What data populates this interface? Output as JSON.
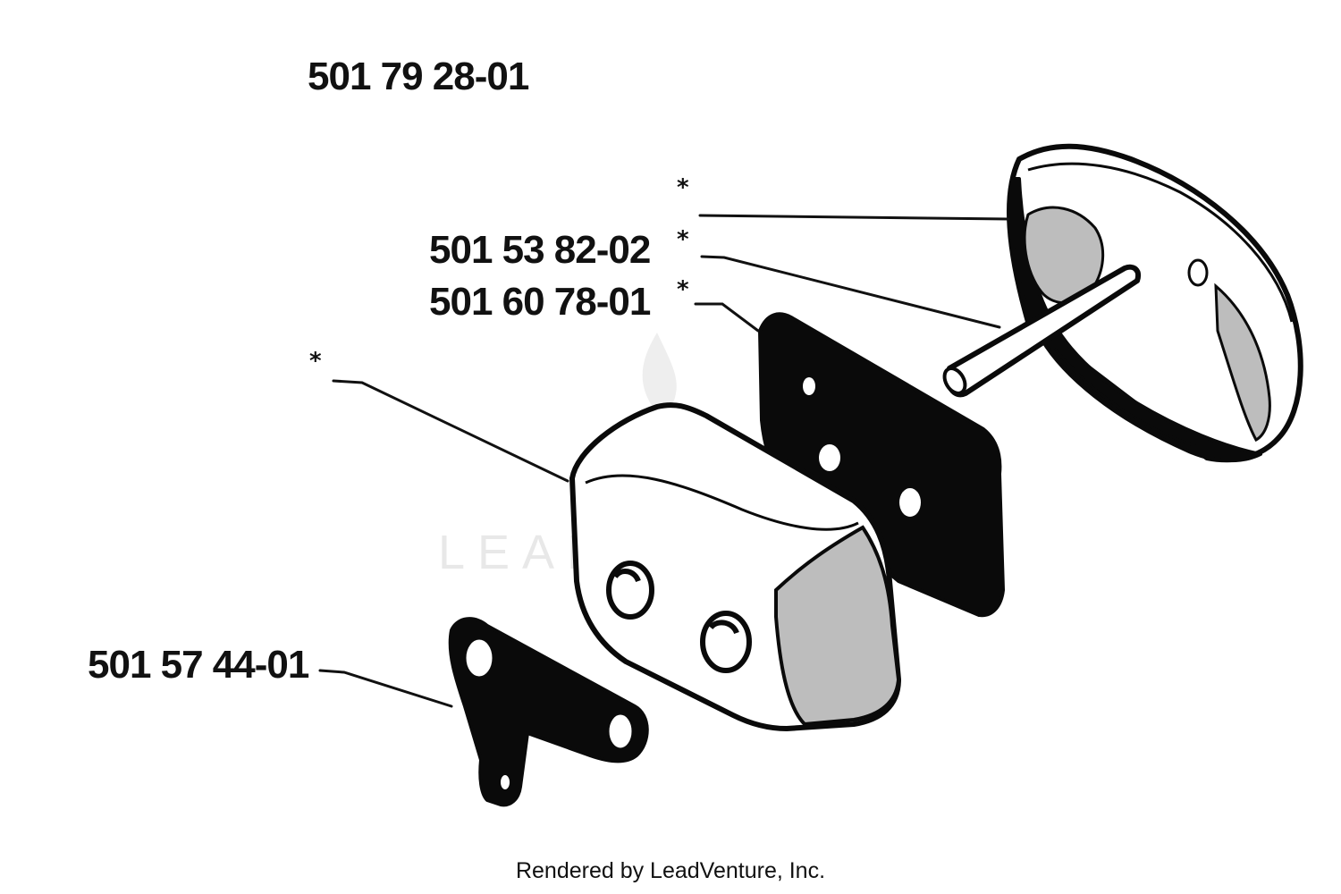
{
  "labels": {
    "kit_part": "501 79 28-01",
    "filter_pin_part": "501 53 82-02",
    "gasket_part": "501 60 78-01",
    "bracket_part": "501 57 44-01",
    "asterisk": "*"
  },
  "watermark": {
    "text": "LEADVENTURE"
  },
  "footer": {
    "text": "Rendered by LeadVenture, Inc."
  }
}
